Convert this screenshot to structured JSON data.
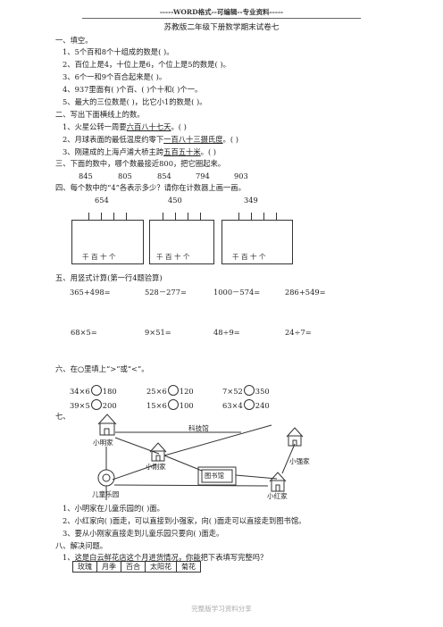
{
  "header": "-----WORD格式--可编辑--专业资料-----",
  "title": "苏教版二年级下册数学期末试卷七",
  "s1": {
    "heading": "一、填空。",
    "q1": "1、5个百和8个十组成的数是(        )。",
    "q2": "2、百位上是4，十位上是6，个位上是5的数是(       )。",
    "q3": "3、6个一和9个百合起来是(            )。",
    "q4": "4、937里面有(      )个百、(       )个十和(       )个一。",
    "q5": "5、最大的三位数是(      )，比它小1的数是(      )。"
  },
  "s2": {
    "heading": "二、写出下面横线上的数。",
    "q1_pre": "1、火星公转一周要",
    "q1_u": "六百八十七天",
    "q1_post": "。(              )",
    "q2_pre": "2、月球表面的最低温度约零下",
    "q2_u": "一百八十三摄氏度",
    "q2_post": "。(            )",
    "q3_pre": "3、刚建成的上海卢浦大桥主跨",
    "q3_u": "五百五十米",
    "q3_post": "。(            )"
  },
  "s3": {
    "heading": "三、下面的数中，哪个数最接近800，把它圈起来。",
    "nums": [
      "845",
      "805",
      "854",
      "794",
      "903"
    ]
  },
  "s4": {
    "heading": "四、每个数中的“4”各表示多少？请你在计数器上画一画。",
    "nums": [
      "654",
      "450",
      "349"
    ],
    "labels": "千 百 十 个"
  },
  "s5": {
    "heading": "五、用竖式计算(第一行4题验算)",
    "row1": [
      "365+498=",
      "528－277=",
      "1000－574=",
      "286+549="
    ],
    "row2": [
      "68×5=",
      "9×51=",
      "48÷9=",
      "24÷7="
    ]
  },
  "s6": {
    "heading": "六、在○里填上“>”或“<”。",
    "row1": [
      [
        "34×6",
        "180"
      ],
      [
        "25×6",
        "120"
      ],
      [
        "7×52",
        "350"
      ]
    ],
    "row2": [
      [
        "39×5",
        "200"
      ],
      [
        "15×6",
        "100"
      ],
      [
        "63×4",
        "240"
      ]
    ]
  },
  "s7": {
    "heading": "七、",
    "places": {
      "kejiguan": "科技馆",
      "xiaoming": "小明家",
      "xiaogang": "小刚家",
      "xiaoqiang": "小强家",
      "tushuguan": "图书馆",
      "ertong": "儿童乐园",
      "xiaohong": "小红家"
    },
    "q1": "1、小明家在儿童乐园的(        )面。",
    "q2": "2、小红家向(        )面走，可以直接到小强家，向(       )面走可以直接走到图书馆。",
    "q3": "3、要从小刚家直接走到儿童乐园只要向(        )面走。"
  },
  "s8": {
    "heading": "八、解决问题。",
    "q1": "1、这是白云鲜花店这个月进货情况，你能把下表填写完整吗？",
    "table": [
      "玫瑰",
      "月季",
      "百合",
      "太阳花",
      "菊花"
    ]
  },
  "footer": "完整版学习资料分享"
}
